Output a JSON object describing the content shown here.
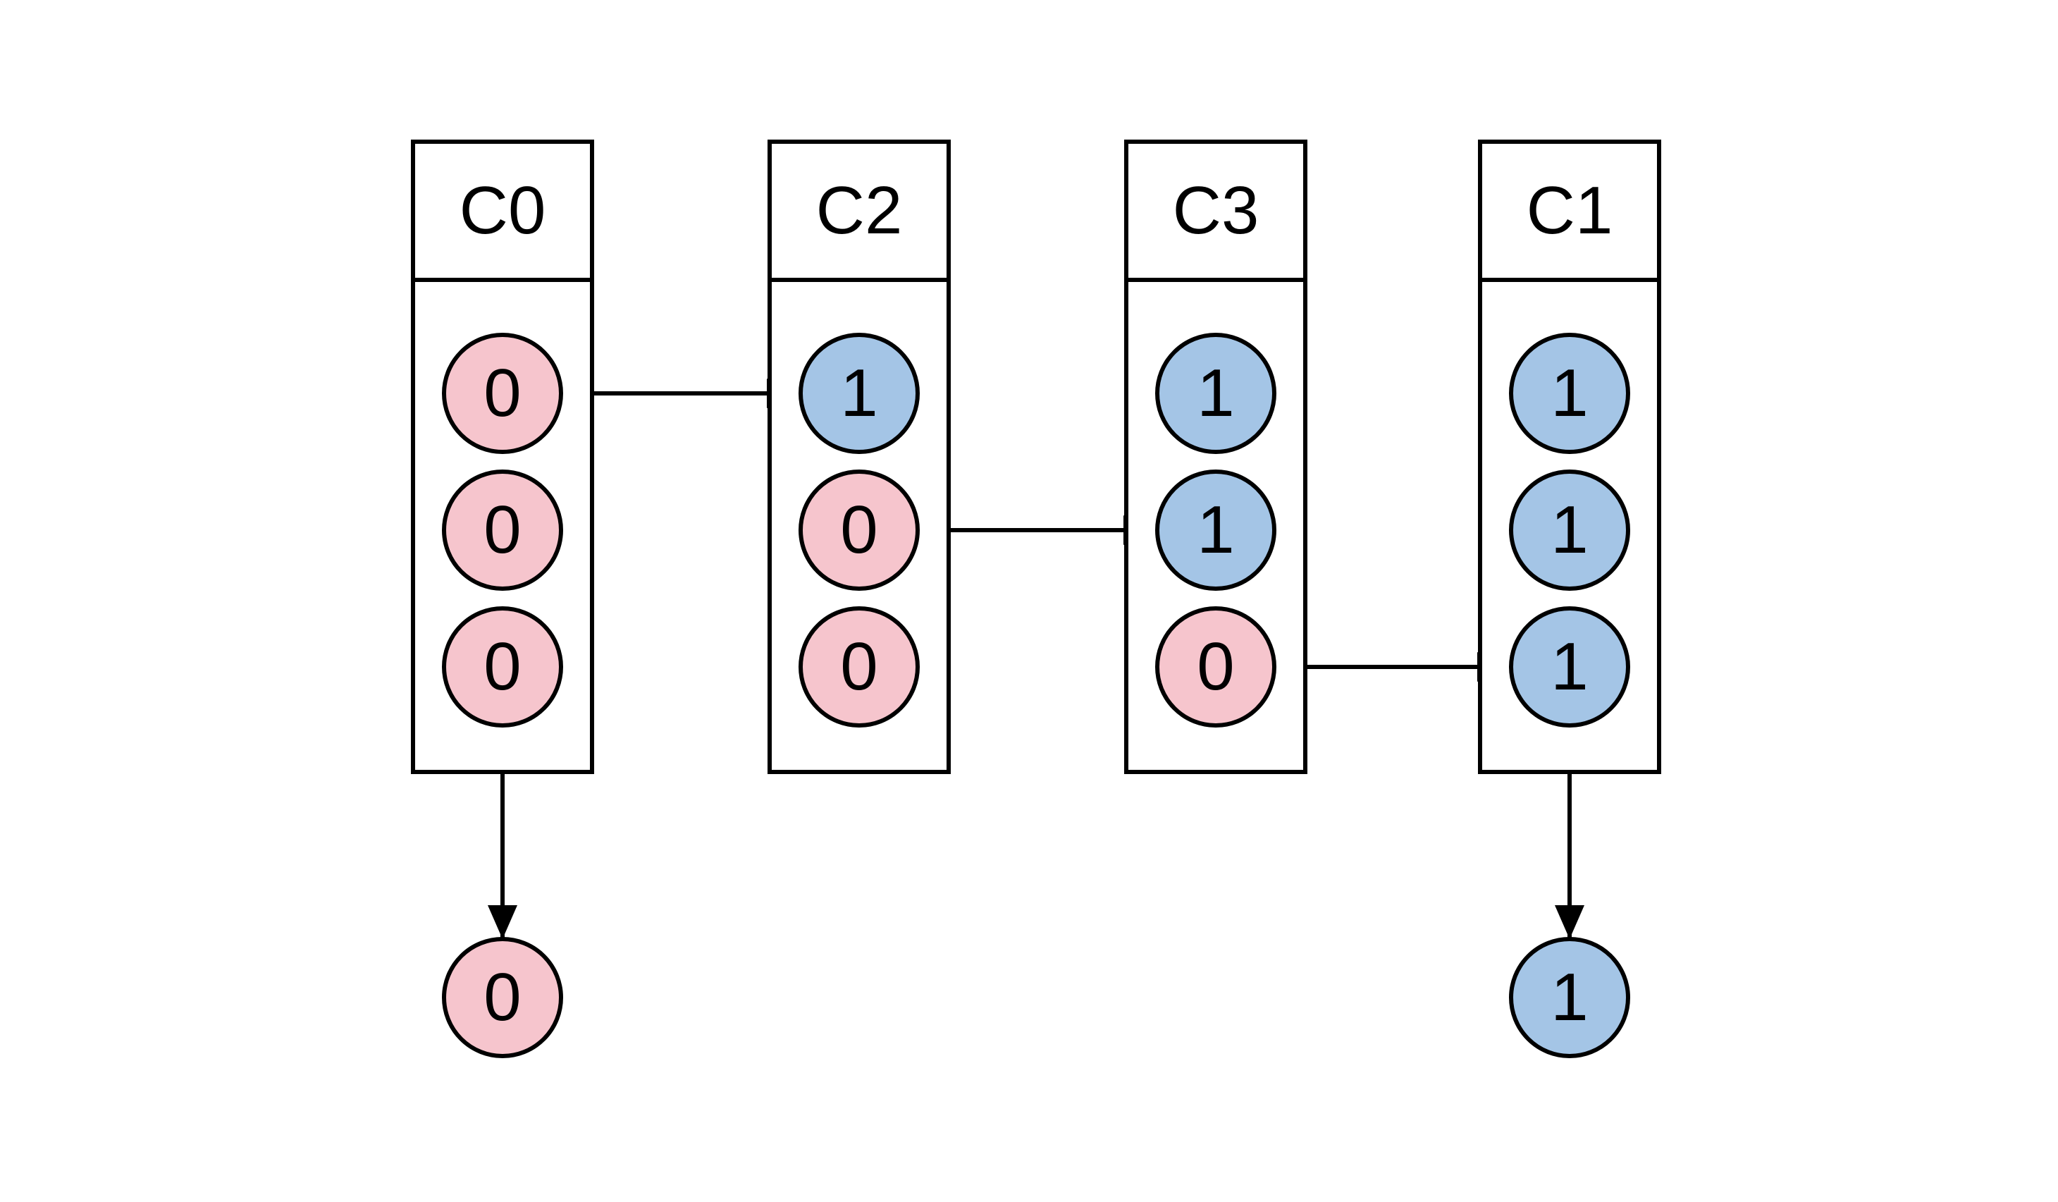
{
  "diagram": {
    "columns": [
      {
        "id": "C0",
        "label": "C0",
        "cells": [
          {
            "value": "0"
          },
          {
            "value": "0"
          },
          {
            "value": "0"
          }
        ],
        "result": {
          "value": "0"
        }
      },
      {
        "id": "C2",
        "label": "C2",
        "cells": [
          {
            "value": "1"
          },
          {
            "value": "0"
          },
          {
            "value": "0"
          }
        ],
        "result": null
      },
      {
        "id": "C3",
        "label": "C3",
        "cells": [
          {
            "value": "1"
          },
          {
            "value": "1"
          },
          {
            "value": "0"
          }
        ],
        "result": null
      },
      {
        "id": "C1",
        "label": "C1",
        "cells": [
          {
            "value": "1"
          },
          {
            "value": "1"
          },
          {
            "value": "1"
          }
        ],
        "result": {
          "value": "1"
        }
      }
    ],
    "arrows": [
      {
        "dir": "h",
        "from": "cell:C0:0",
        "to": "cell:C2:0"
      },
      {
        "dir": "h",
        "from": "cell:C2:1",
        "to": "cell:C3:1"
      },
      {
        "dir": "h",
        "from": "cell:C3:2",
        "to": "cell:C1:2"
      },
      {
        "dir": "v",
        "from": "col:C0",
        "to": "result:C0"
      },
      {
        "dir": "v",
        "from": "col:C1",
        "to": "result:C1"
      }
    ],
    "colors": {
      "zero_fill": "#f6c5cd",
      "one_fill": "#a4c5e6",
      "stroke": "#000000",
      "background": "#ffffff"
    }
  }
}
